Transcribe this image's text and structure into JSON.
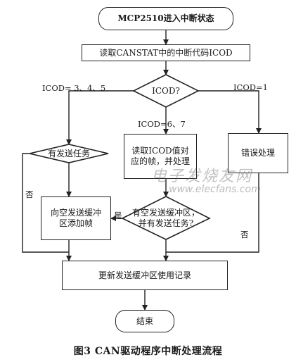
{
  "flowchart": {
    "start": "MCP2510进入中断状态",
    "read_icod": "读取CANSTAT中的中断代码ICOD",
    "decision_icod": "ICOD?",
    "branch_345": "ICOD= 3、4、5",
    "branch_67": "ICOD=6、7",
    "branch_1": "ICOD=1",
    "has_send_task": "有发送任务",
    "read_frame": "读取ICOD值对应的帧，并处理",
    "error_handling": "错误处理",
    "add_frame": "向空发送缓冲区添加帧",
    "decision_buffer": "有空发送缓冲区，并有发送任务?",
    "yes_label": "是",
    "no_label_left": "否",
    "no_label_right": "否",
    "update_record": "更新发送缓冲区使用记录",
    "end": "结束"
  },
  "caption": "图3 CAN驱动程序中断处理流程",
  "watermark": {
    "cn": "电子发烧友网",
    "url": "www.elecfans.com"
  }
}
